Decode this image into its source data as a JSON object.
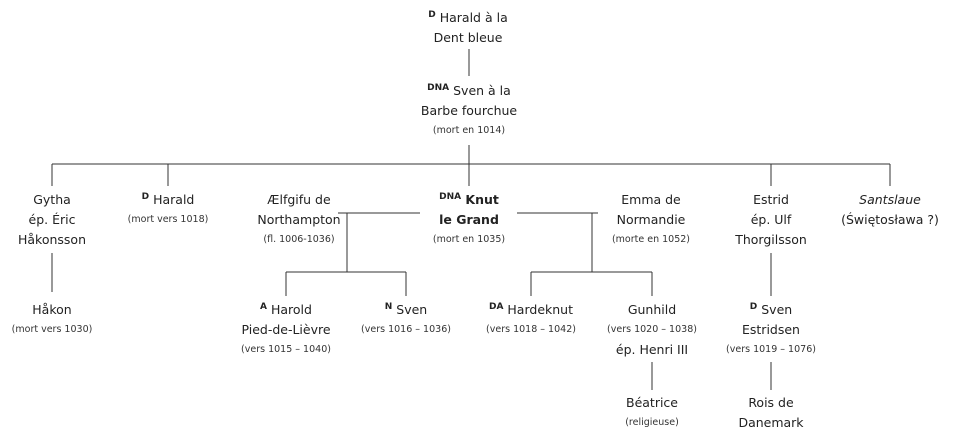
{
  "tree": {
    "harald_bluetooth": {
      "prefix": "D",
      "line1": "Harald à la",
      "line2": "Dent bleue"
    },
    "sven_forkbeard": {
      "prefix": "DNA",
      "line1": "Sven à la",
      "line2": "Barbe fourchue",
      "dates": "(mort en 1014)"
    },
    "gytha": {
      "line1": "Gytha",
      "line2": "ép. Éric",
      "line3": "Håkonsson"
    },
    "harald_ii": {
      "prefix": "D",
      "line1": "Harald",
      "dates": "(mort vers 1018)"
    },
    "aelfgifu": {
      "line1": "Ælfgifu de",
      "line2": "Northampton",
      "dates": "(fl. 1006-1036)"
    },
    "knut": {
      "prefix": "DNA",
      "line1": "Knut",
      "line2": "le Grand",
      "dates": "(mort en 1035)"
    },
    "emma": {
      "line1": "Emma de",
      "line2": "Normandie",
      "dates": "(morte en 1052)"
    },
    "estrid": {
      "line1": "Estrid",
      "line2": "ép. Ulf",
      "line3": "Thorgilsson"
    },
    "santslaue": {
      "line1": "Santslaue",
      "line2": "(Świętosława ?)"
    },
    "hakon": {
      "line1": "Håkon",
      "dates": "(mort vers 1030)"
    },
    "harold": {
      "prefix": "A",
      "line1": "Harold",
      "line2": "Pied-de-Lièvre",
      "dates": "(vers 1015 – 1040)"
    },
    "sven_k": {
      "prefix": "N",
      "line1": "Sven",
      "dates": "(vers 1016 – 1036)"
    },
    "hardeknut": {
      "prefix": "DA",
      "line1": "Hardeknut",
      "dates": "(vers 1018 – 1042)"
    },
    "gunhild": {
      "line1": "Gunhild",
      "dates": "(vers 1020 – 1038)",
      "line2": "ép. Henri III"
    },
    "sven_estridsen": {
      "prefix": "D",
      "line1": "Sven",
      "line2": "Estridsen",
      "dates": "(vers 1019 – 1076)"
    },
    "beatrice": {
      "line1": "Béatrice",
      "dates": "(religieuse)"
    },
    "rois": {
      "line1": "Rois de",
      "line2": "Danemark"
    }
  },
  "colors": {
    "line": "#333333",
    "text": "#222222"
  }
}
